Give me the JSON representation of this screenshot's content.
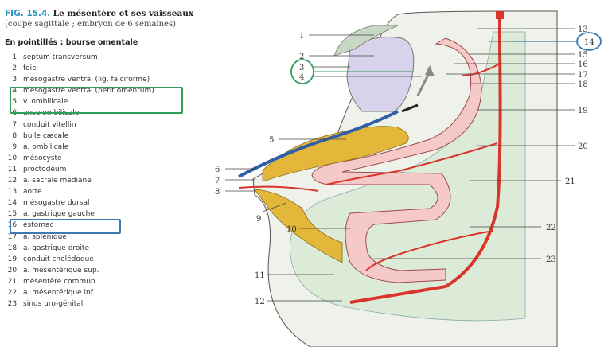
{
  "figure": {
    "number": "FIG. 15.4.",
    "title": "Le mésentère et ses vaisseaux",
    "subtitle": "(coupe sagittale ; embryon de 6 semaines)",
    "section": "En pointillés : bourse omentale"
  },
  "legend": [
    {
      "n": "1.",
      "label": "septum transversum"
    },
    {
      "n": "2.",
      "label": "foie"
    },
    {
      "n": "3.",
      "label": "mésogastre ventral (lig. falciforme)"
    },
    {
      "n": "4.",
      "label": "mésogastre ventral (petit omentum)"
    },
    {
      "n": "5.",
      "label": "v. ombilicale"
    },
    {
      "n": "6.",
      "label": "anse ombilicale"
    },
    {
      "n": "7.",
      "label": "conduit vitellin"
    },
    {
      "n": "8.",
      "label": "bulle cæcale"
    },
    {
      "n": "9.",
      "label": "a. ombilicale"
    },
    {
      "n": "10.",
      "label": "mésocyste"
    },
    {
      "n": "11.",
      "label": "proctodéum"
    },
    {
      "n": "12.",
      "label": "a. sacrale médiane"
    },
    {
      "n": "13.",
      "label": "aorte"
    },
    {
      "n": "14.",
      "label": "mésogastre dorsal"
    },
    {
      "n": "15.",
      "label": "a. gastrique gauche"
    },
    {
      "n": "16.",
      "label": "estomac"
    },
    {
      "n": "17.",
      "label": "a. splénique"
    },
    {
      "n": "18.",
      "label": "a. gastrique droite"
    },
    {
      "n": "19.",
      "label": "conduit cholédoque"
    },
    {
      "n": "20.",
      "label": "a. mésentérique sup."
    },
    {
      "n": "21.",
      "label": "mésentère commun"
    },
    {
      "n": "22.",
      "label": "a. mésentérique inf."
    },
    {
      "n": "23.",
      "label": "sinus uro-génital"
    }
  ],
  "callouts": {
    "c1": "1",
    "c2": "2",
    "c3": "3",
    "c4": "4",
    "c5": "5",
    "c6": "6",
    "c7": "7",
    "c8": "8",
    "c9": "9",
    "c10": "10",
    "c11": "11",
    "c12": "12",
    "c13": "13",
    "c14": "14",
    "c15": "15",
    "c16": "16",
    "c17": "17",
    "c18": "18",
    "c19": "19",
    "c20": "20",
    "c21": "21",
    "c22": "22",
    "c23": "23"
  },
  "colors": {
    "fig_number": "#2a8fbf",
    "highlight_green": "#2f9e5b",
    "highlight_blue": "#3b7ab0",
    "mesentery": "#dcebd8",
    "artery": "#d9352a",
    "vein": "#2f5fa8",
    "gut": "#f6c9c9",
    "yolk": "#e3b83a",
    "liver": "#d8d2ea"
  }
}
